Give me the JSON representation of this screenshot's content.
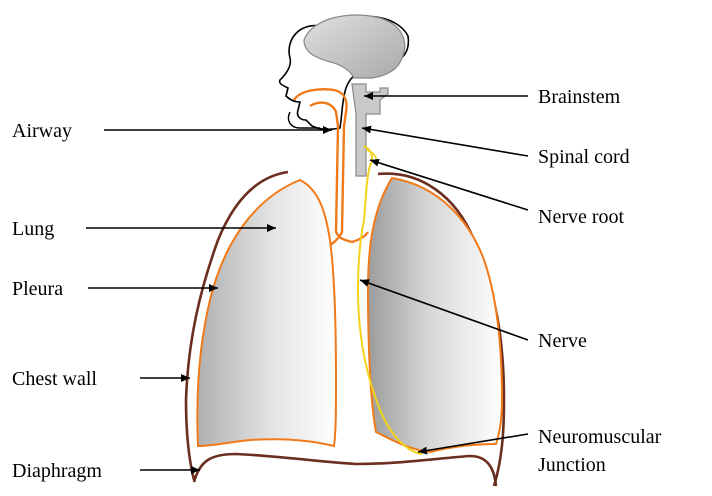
{
  "labels": {
    "airway": "Airway",
    "lung": "Lung",
    "pleura": "Pleura",
    "chest_wall": "Chest wall",
    "diaphragm": "Diaphragm",
    "brainstem": "Brainstem",
    "spinal_cord": "Spinal cord",
    "nerve_root": "Nerve root",
    "nerve": "Nerve",
    "neuromuscular_line1": "Neuromuscular",
    "neuromuscular_line2": "Junction"
  },
  "colors": {
    "chest_wall": "#6b2e1f",
    "pleura": "#f07a1a",
    "nerve": "#f2d21b",
    "head_fill": "#c8c8c8",
    "lung_gradient_light": "#ffffff",
    "lung_gradient_dark": "#a8a8a8"
  }
}
